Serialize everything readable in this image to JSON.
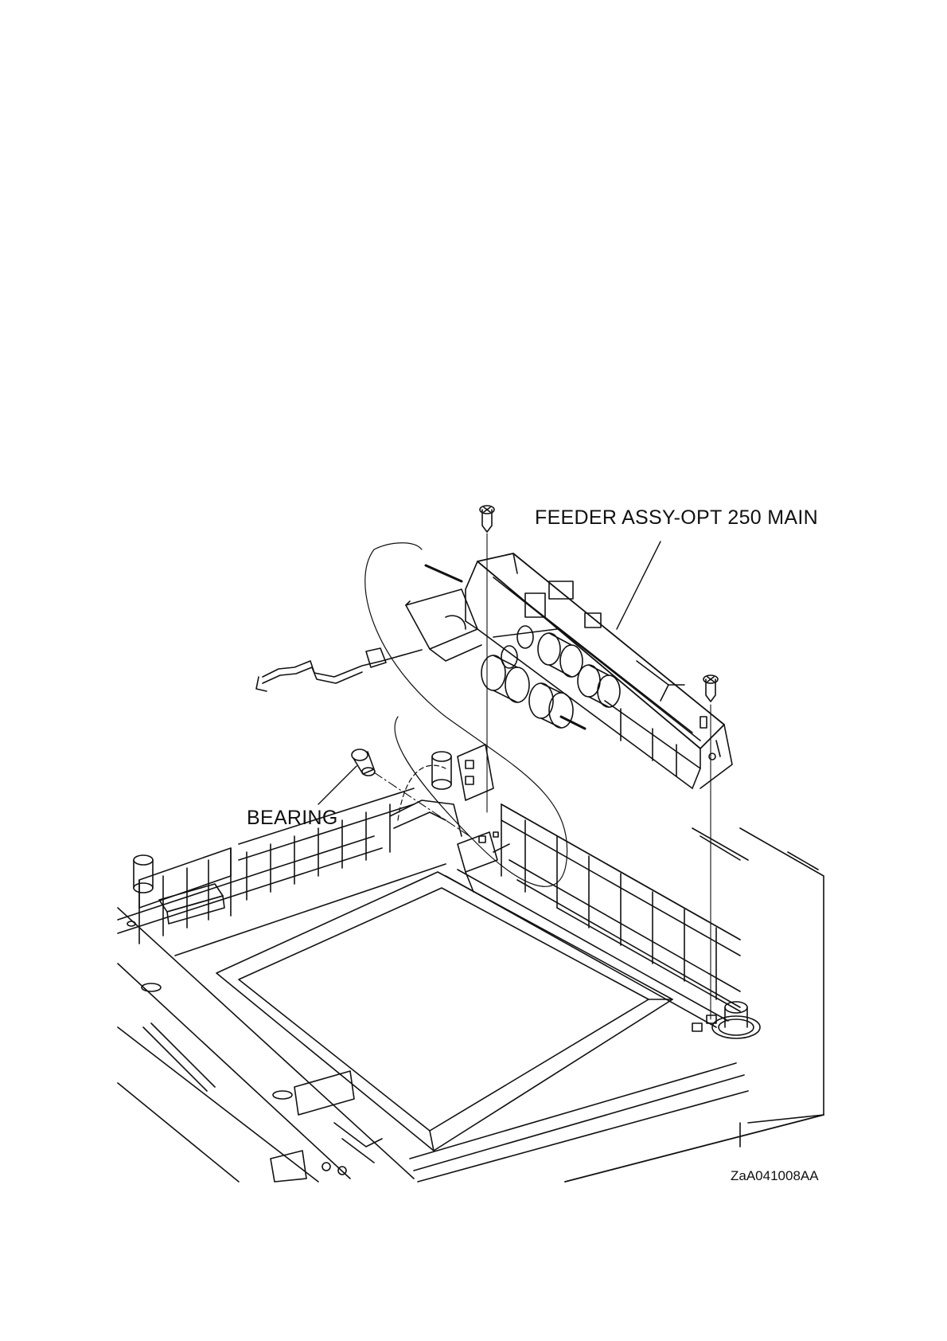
{
  "figure": {
    "callouts": {
      "feeder_assembly": "FEEDER ASSY-OPT 250 MAIN",
      "bearing": "BEARING"
    },
    "figure_id": "ZaA041008AA"
  },
  "colors": {
    "background": "#ffffff",
    "line": "#111111"
  }
}
